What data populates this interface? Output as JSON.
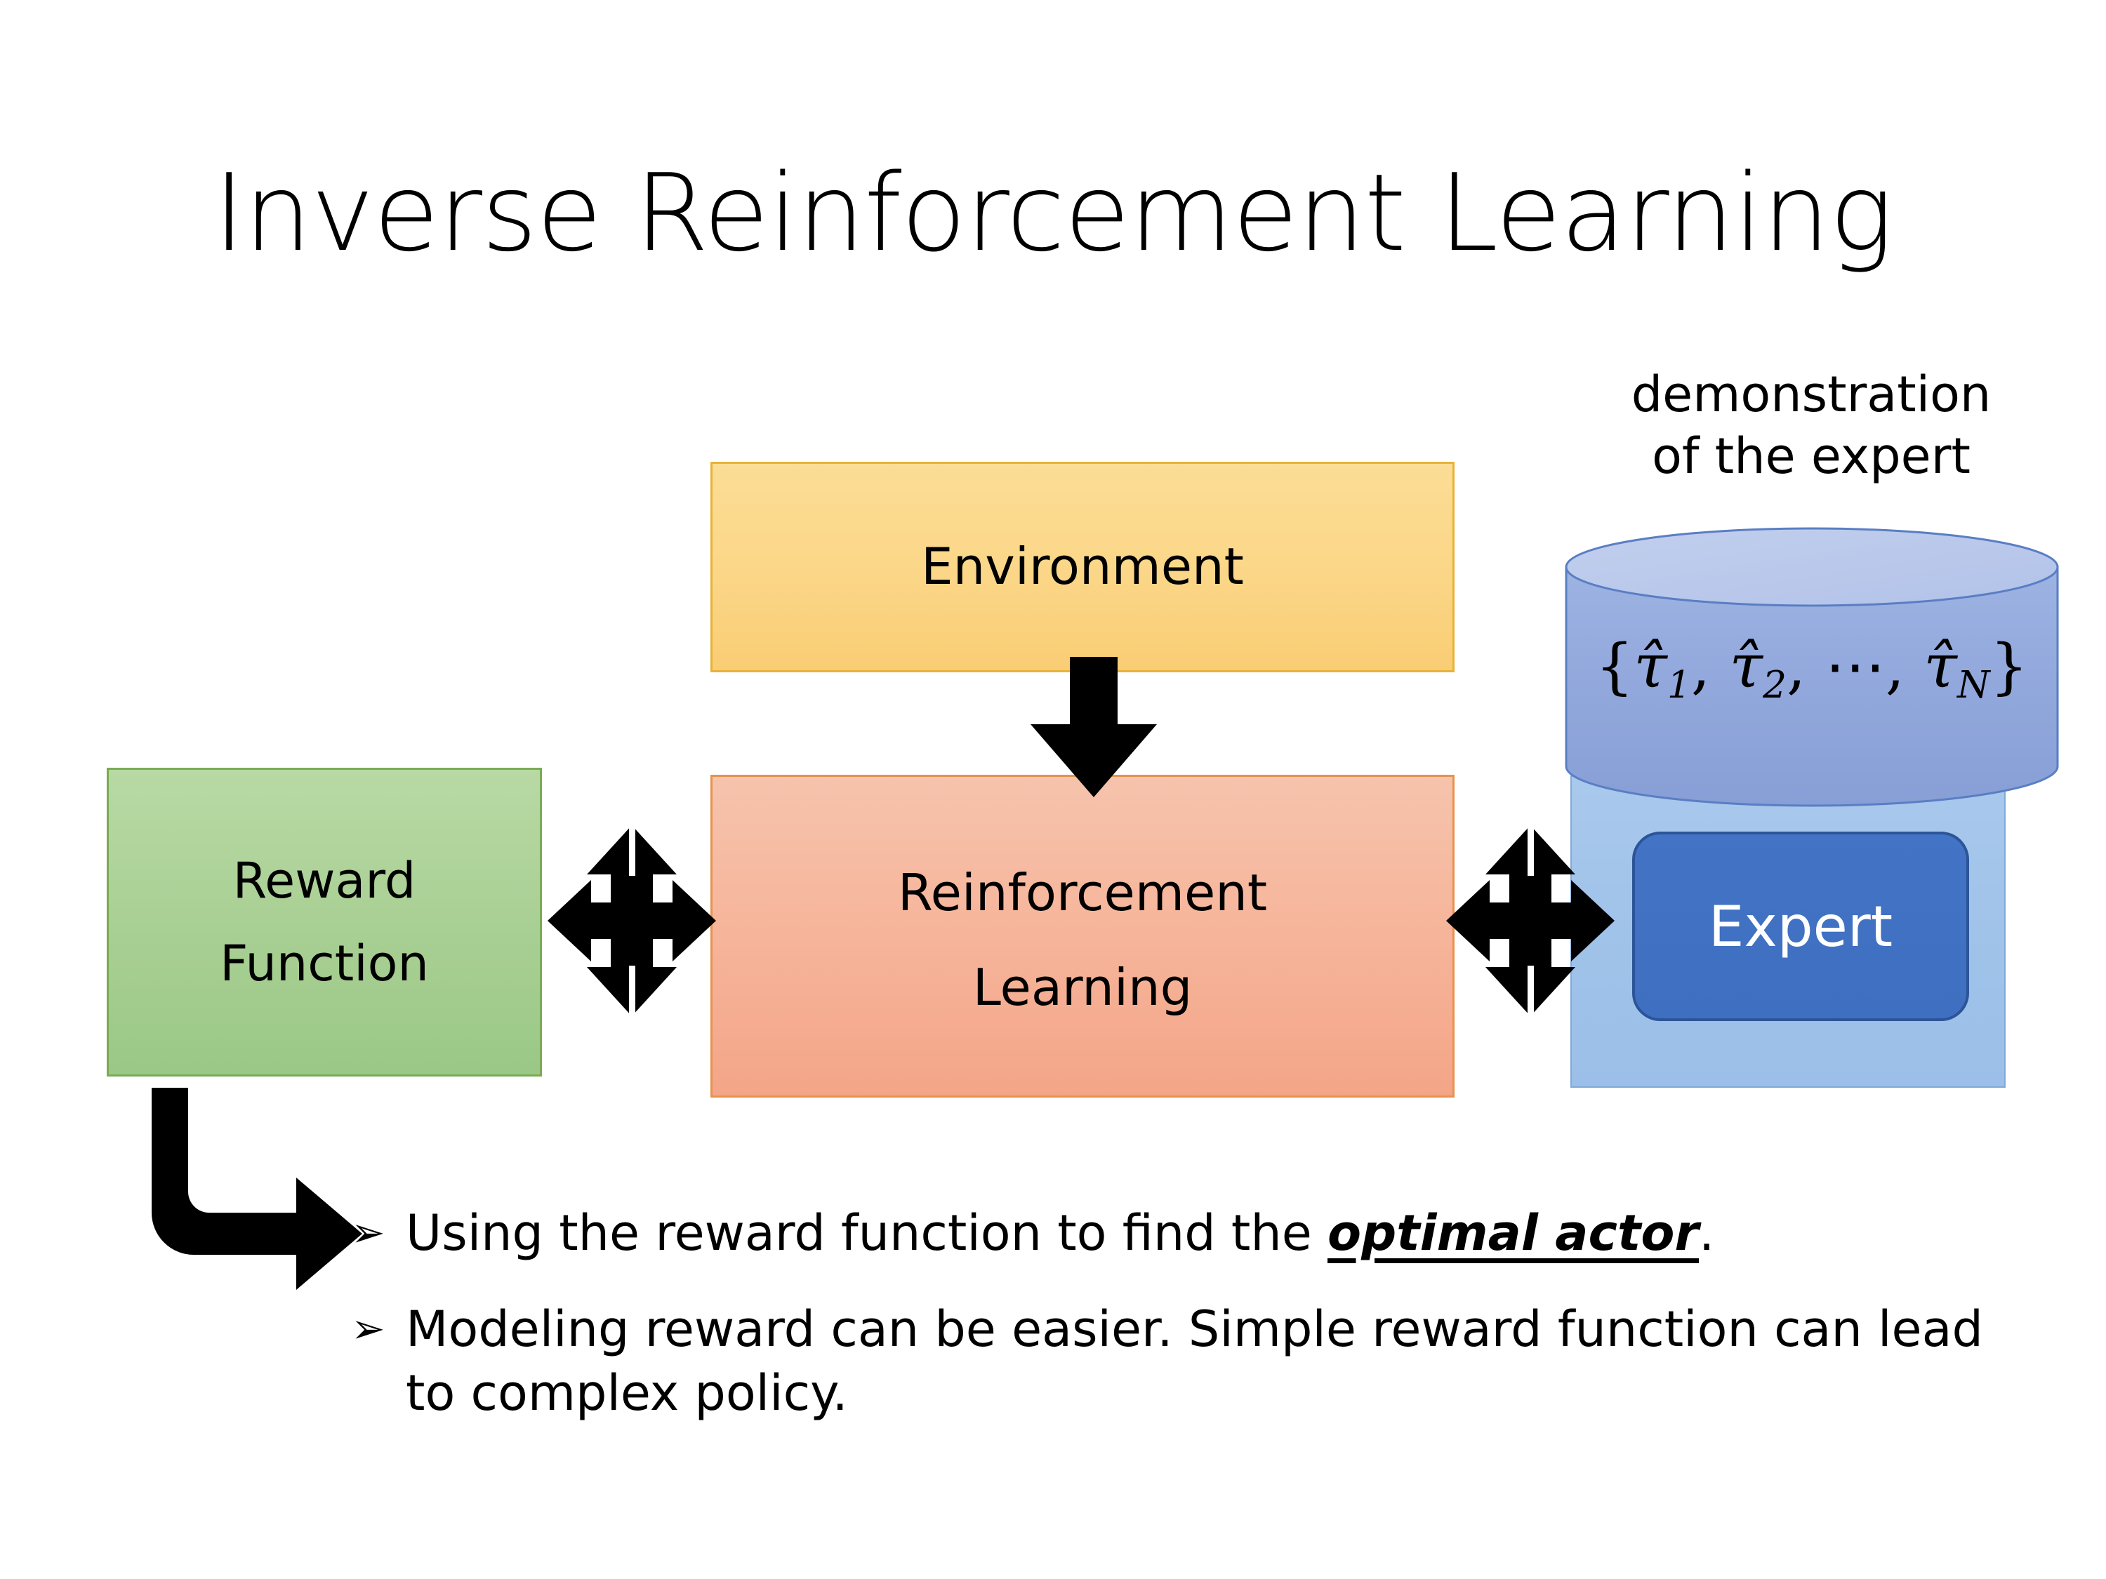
{
  "slide": {
    "title": "Inverse Reinforcement Learning",
    "background_color": "#ffffff"
  },
  "diagram": {
    "environment": {
      "label": "Environment",
      "fill_color": "#fbd687",
      "border_color": "#e8b238"
    },
    "reinforcement_learning": {
      "label_line1": "Reinforcement",
      "label_line2": "Learning",
      "fill_color": "#f6b69c",
      "border_color": "#e8924f"
    },
    "reward_function": {
      "label_line1": "Reward",
      "label_line2": "Function",
      "fill_color": "#a8cf93",
      "border_color": "#7aab54"
    },
    "expert_panel": {
      "fill_color": "#9fc2e9",
      "border_color": "#7fa9da",
      "button_label": "Expert",
      "button_fill_color": "#4273c5",
      "button_border_color": "#2c5498",
      "button_text_color": "#ffffff"
    },
    "demonstration_store": {
      "caption_line1": "demonstration",
      "caption_line2": "of the expert",
      "formula_open_brace": "{",
      "formula_tau1": "τ̂1",
      "formula_tau2": "τ̂2",
      "formula_ellipsis": "⋯",
      "formula_tauN": "τ̂N",
      "formula_close_brace": "}",
      "body_color": "#8fa8dc",
      "top_color": "#b7c7e9",
      "stroke_color": "#5a7ec4"
    },
    "arrows": {
      "environment_to_rl": "down-block-arrow",
      "reward_to_rl": "four-way-double-arrow",
      "rl_to_expert": "four-way-double-arrow",
      "reward_to_bullets": "bent-arrow-right",
      "color": "#000000"
    }
  },
  "bullets": [
    {
      "marker": "➢",
      "text_before": "Using the reward function to find the ",
      "emphasis": "optimal actor",
      "text_after": "."
    },
    {
      "marker": "➢",
      "text_before": "Modeling reward can be easier. Simple reward function can lead to complex policy.",
      "emphasis": "",
      "text_after": ""
    }
  ]
}
